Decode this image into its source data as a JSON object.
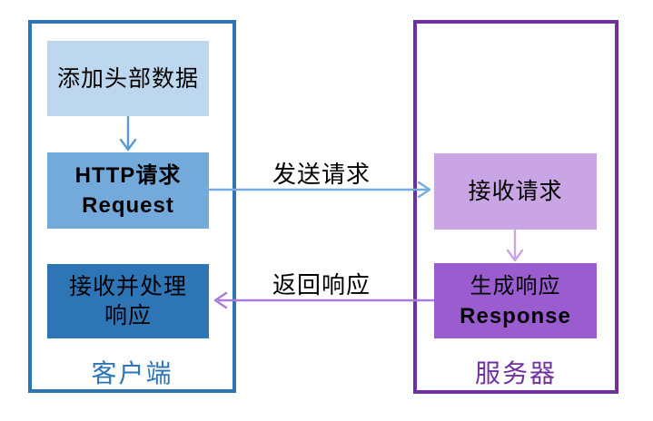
{
  "diagram": {
    "client": {
      "title": "客户端",
      "boxes": {
        "add_header": {
          "label": "添加头部数据"
        },
        "http_request": {
          "line1": "HTTP请求",
          "line2": "Request"
        },
        "receive_process": {
          "line1": "接收并处理",
          "line2": "响应"
        }
      }
    },
    "server": {
      "title": "服务器",
      "boxes": {
        "receive_request": {
          "label": "接收请求"
        },
        "generate_response": {
          "line1": "生成响应",
          "line2": "Response"
        }
      }
    },
    "arrows": {
      "send_request": {
        "label": "发送请求",
        "direction": "left-to-right"
      },
      "return_response": {
        "label": "返回响应",
        "direction": "right-to-left"
      }
    }
  },
  "colors": {
    "client-border": "#2E75B6",
    "box-light-blue": "#BDD7EE",
    "box-mid-blue": "#74A9DC",
    "box-dark-blue": "#2E75B6",
    "client-title": "#2E75B6",
    "server-border": "#7030A0",
    "box-light-purple": "#C9A5E5",
    "box-dark-purple": "#9A5CCE",
    "server-title": "#7030A0",
    "arrow-blue-v": "#5B9BD5",
    "arrow-blue-h": "#74ACE0",
    "arrow-purple-v": "#C9A5E5",
    "arrow-purple-h": "#A87CD8",
    "text-black": "#000000"
  }
}
